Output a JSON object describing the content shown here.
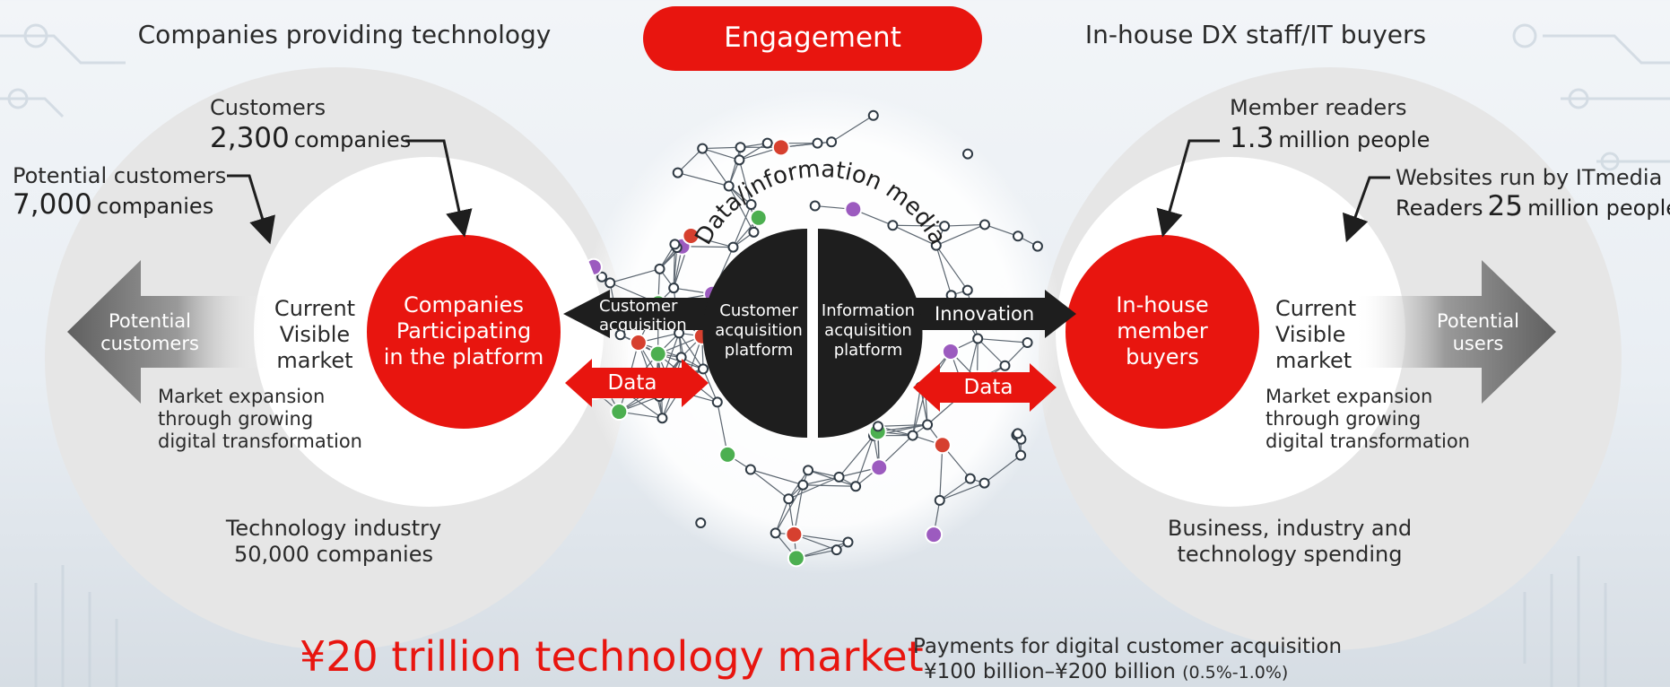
{
  "header": {
    "left_title": "Companies providing technology",
    "center_badge": "Engagement",
    "right_title": "In-house DX staff/IT buyers"
  },
  "left": {
    "customers_label": "Customers",
    "customers_value": "2,300",
    "customers_unit": "companies",
    "potential_label": "Potential customers",
    "potential_value": "7,000",
    "potential_unit": "companies",
    "current_visible_market": [
      "Current",
      "Visible",
      "market"
    ],
    "red_circle": [
      "Companies",
      "Participating",
      "in the platform"
    ],
    "arrow_label": [
      "Potential",
      "customers"
    ],
    "expansion": [
      "Market expansion",
      "through growing",
      "digital transformation"
    ],
    "industry": [
      "Technology industry",
      "50,000 companies"
    ]
  },
  "center": {
    "arc_text": "Data/information media",
    "left_half": [
      "Customer",
      "acquisition",
      "platform"
    ],
    "right_half": [
      "Information",
      "acquisition",
      "platform"
    ],
    "left_arrow": [
      "Customer",
      "acquisition"
    ],
    "right_arrow": "Innovation",
    "data_left": "Data",
    "data_right": "Data"
  },
  "right": {
    "readers_label": "Member readers",
    "readers_value": "1.3",
    "readers_unit": "million people",
    "sites_label": "Websites run by ITmedia",
    "sites_prefix": "Readers",
    "sites_value": "25",
    "sites_unit": "million people",
    "current_visible_market": [
      "Current",
      "Visible",
      "market"
    ],
    "red_circle": [
      "In-house",
      "member",
      "buyers"
    ],
    "arrow_label": [
      "Potential",
      "users"
    ],
    "expansion": [
      "Market expansion",
      "through growing",
      "digital transformation"
    ],
    "spending": [
      "Business, industry and",
      "technology spending"
    ]
  },
  "footer": {
    "market": "¥20 trillion technology market",
    "payments_line1": "Payments for digital customer acquisition",
    "payments_line2": "¥100 billion–¥200 billion",
    "payments_pct": "(0.5%-1.0%)"
  },
  "colors": {
    "accent_red": "#e8150f",
    "dark": "#1e1e1e",
    "ring_gray": "#e6e6e6",
    "arrow_gray": "#6f6f6f"
  }
}
